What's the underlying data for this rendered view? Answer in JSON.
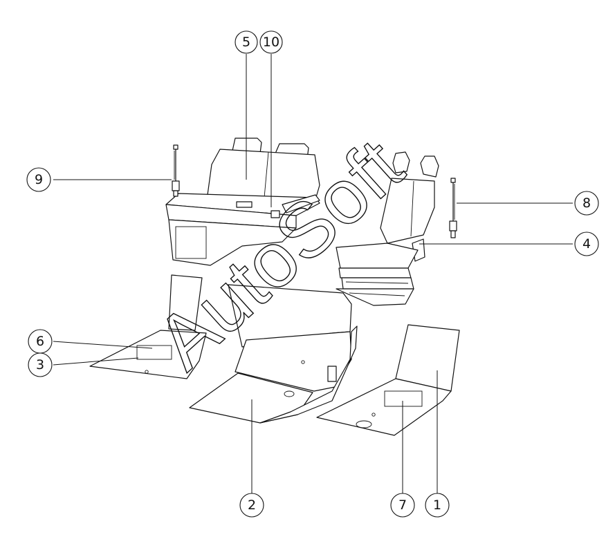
{
  "watermark": "AutoSoft",
  "callouts": [
    {
      "id": "5",
      "label": "5"
    },
    {
      "id": "10",
      "label": "10"
    },
    {
      "id": "9",
      "label": "9"
    },
    {
      "id": "8",
      "label": "8"
    },
    {
      "id": "4",
      "label": "4"
    },
    {
      "id": "6",
      "label": "6"
    },
    {
      "id": "3",
      "label": "3"
    },
    {
      "id": "2",
      "label": "2"
    },
    {
      "id": "7",
      "label": "7"
    },
    {
      "id": "1",
      "label": "1"
    }
  ]
}
